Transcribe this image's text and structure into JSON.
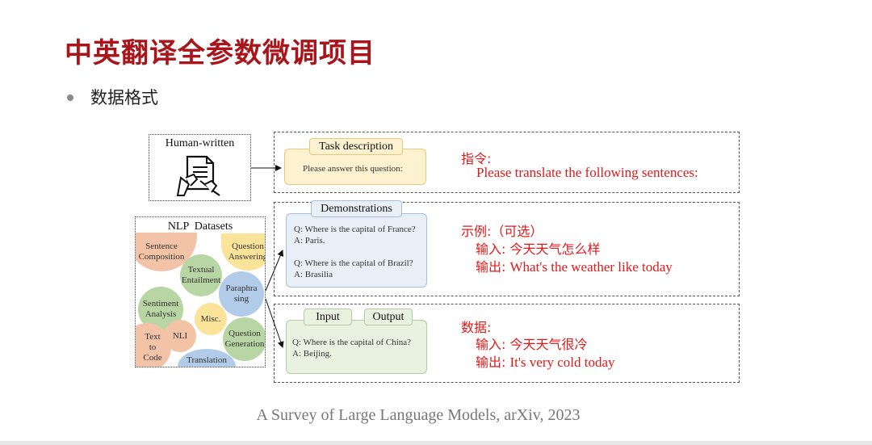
{
  "slide": {
    "title": "中英翻译全参数微调项目",
    "bullet": "数据格式",
    "citation": "A Survey of Large Language Models, arXiv, 2023"
  },
  "diagram": {
    "human_written": {
      "label": "Human-written",
      "icon": "document-writing-icon"
    },
    "nlp_datasets": {
      "label": "NLP  Datasets",
      "bubbles": [
        {
          "name": "Sentence\nComposition",
          "color": "#f3c3a8"
        },
        {
          "name": "Question\nAnswering",
          "color": "#fbe39a"
        },
        {
          "name": "Textual\nEntailment",
          "color": "#b8d6a4"
        },
        {
          "name": "Paraphra\nsing",
          "color": "#b1cbe8"
        },
        {
          "name": "Sentiment\nAnalysis",
          "color": "#b8d6a4"
        },
        {
          "name": "Misc.",
          "color": "#fbe39a"
        },
        {
          "name": "NLI",
          "color": "#f3c3a8"
        },
        {
          "name": "Question\nGeneration",
          "color": "#b8d6a4"
        },
        {
          "name": "Text\nto\nCode",
          "color": "#f3c3a8"
        },
        {
          "name": "Translation",
          "color": "#b1cbe8"
        }
      ]
    },
    "task_description": {
      "tab": "Task description",
      "text": "Please answer this question:"
    },
    "demonstrations": {
      "tab": "Demonstrations",
      "lines": [
        "Q: Where is the capital of France?",
        "A: Paris.",
        "Q: Where is the capital of Brazil?",
        "A: Brasilia"
      ]
    },
    "io": {
      "input_tab": "Input",
      "output_tab": "Output",
      "lines": [
        "Q: Where is the capital of China?",
        "A: Beijing."
      ]
    }
  },
  "annotations": {
    "instruction": {
      "head": "指令:",
      "line": "Please translate the following sentences:"
    },
    "example": {
      "head": "示例:（可选）",
      "input_label": "输入: ",
      "input_value": "今天天气怎么样",
      "output_label": "输出: ",
      "output_value": "What's the weather like today"
    },
    "data": {
      "head": "数据:",
      "input_label": "输入: ",
      "input_value": "今天天气很冷",
      "output_label": "输出: ",
      "output_value": "It's very cold today"
    }
  }
}
